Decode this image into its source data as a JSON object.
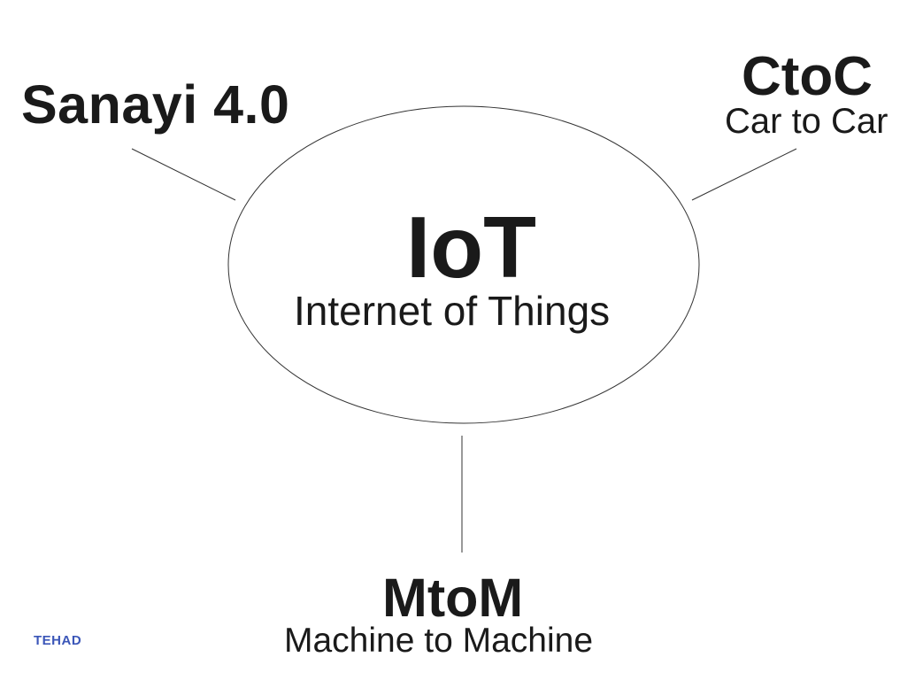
{
  "center": {
    "title": "IoT",
    "subtitle": "Internet of Things"
  },
  "nodes": [
    {
      "id": "sanayi",
      "title": "Sanayi 4.0"
    },
    {
      "id": "ctoc",
      "title": "CtoC",
      "subtitle": "Car to Car"
    },
    {
      "id": "mtom",
      "title": "MtoM",
      "subtitle": "Machine to Machine"
    }
  ],
  "watermark": "TEHAD",
  "colors": {
    "text": "#1a1a1a",
    "line": "#333333",
    "watermark": "#3b56b8"
  }
}
